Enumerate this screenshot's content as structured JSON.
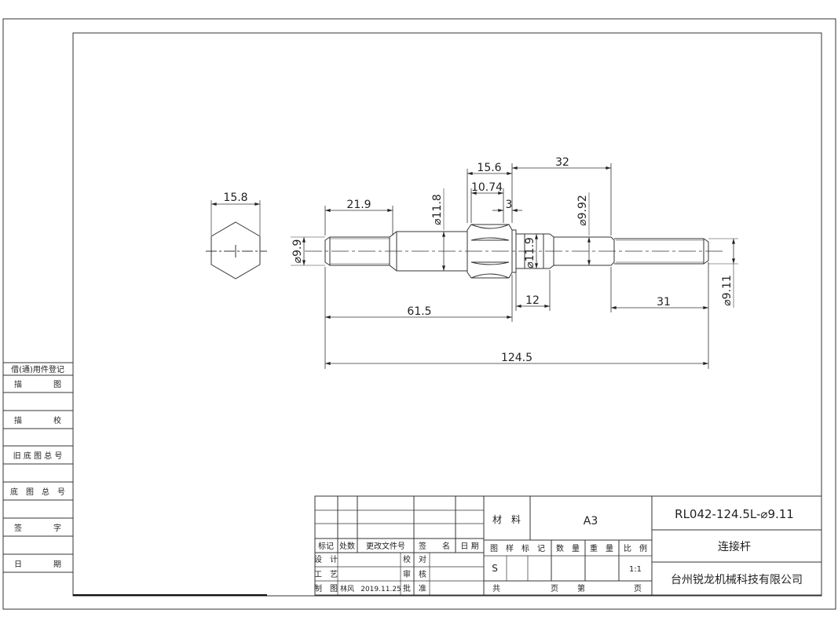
{
  "side_panel": {
    "title": "借(通)用件登记",
    "rows": [
      "描　　　　图",
      "描　　　　校",
      "旧 底 图 总 号",
      "底　图　总　号",
      "签　　　　字",
      "日　　　　期"
    ]
  },
  "dimensions": {
    "hex_width": "15.8",
    "d_9_9": "⌀9.9",
    "len_21_9": "21.9",
    "d_11_8": "⌀11.8",
    "len_15_6": "15.6",
    "len_10_74": "10.74",
    "len_3": "3",
    "len_32": "32",
    "d_9_92": "⌀9.92",
    "d_11_9": "⌀11.9",
    "len_12": "12",
    "len_31": "31",
    "d_9_11": "⌀9.11",
    "len_61_5": "61.5",
    "len_124_5": "124.5"
  },
  "title_block": {
    "material_label": "材　料",
    "material_value": "A3",
    "drawing_number": "RL042-124.5L-⌀9.11",
    "part_name": "连接杆",
    "company": "台州锐龙机械科技有限公司",
    "stage_marks_label": "图　样　标　记",
    "quantity_label": "数　量",
    "weight_label": "重　量",
    "scale_label": "比　例",
    "stage_value": "S",
    "scale_value": "1:1",
    "total_label": "共",
    "pages_label": "页",
    "sheet_label": "第",
    "sheet_pages_label": "页",
    "revision_headers": {
      "mark": "标记",
      "zone": "处数",
      "change_doc": "更改文件号",
      "signature": "签　　名",
      "date": "日 期"
    },
    "design_label": "设　计",
    "check_label": "校　对",
    "process_label": "工　艺",
    "review_label": "审　核",
    "drafting_label": "制　图",
    "drafter_name": "林风",
    "drafting_date": "2019.11.25",
    "approve_label": "批　准"
  }
}
